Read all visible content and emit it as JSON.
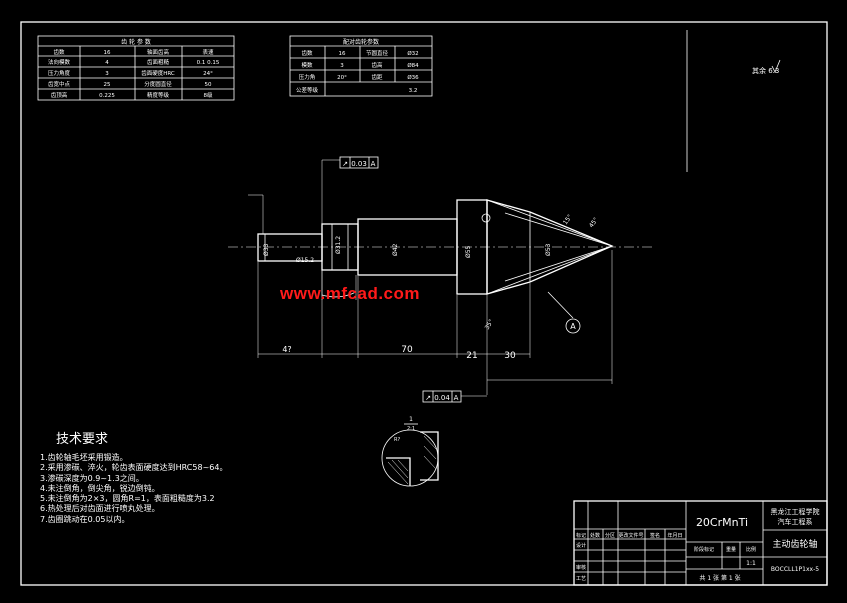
{
  "gear_params_table": {
    "title": "齿 轮 参 数",
    "rows": [
      [
        "齿数",
        "16",
        "轴面齿高",
        "表速"
      ],
      [
        "法向模数",
        "4",
        "齿面粗糙",
        "0.1 0.15"
      ],
      [
        "压力角度",
        "3",
        "齿面硬度HRC",
        "24°"
      ],
      [
        "齿宽中点",
        "25",
        "分度圆直径",
        "50"
      ],
      [
        "齿顶高",
        "0.225",
        "精度等级",
        "8级"
      ]
    ]
  },
  "mesh_params_table": {
    "title": "配对齿轮参数",
    "rows": [
      [
        "齿数",
        "16",
        "节圆直径",
        "Ø32"
      ],
      [
        "模数",
        "3",
        "齿高",
        "Ø84"
      ],
      [
        "压力角",
        "20°",
        "齿距",
        "Ø36"
      ],
      [
        "公差等级",
        "",
        "",
        "3.2"
      ]
    ]
  },
  "roughness_note": "其余 6.3",
  "geometric_tolerances": [
    {
      "symbol": "↗",
      "value": "0.03",
      "datum": "A"
    },
    {
      "symbol": "↗",
      "value": "0.04",
      "datum": "A"
    }
  ],
  "datum_label": "A",
  "dimensions": {
    "bottom_left": "4?",
    "bottom_mid": "70",
    "bottom_right_a": "21",
    "bottom_right_b": "30",
    "dia_left": "Ø33",
    "dia_mid": "Ø42",
    "dia_right": "Ø55",
    "dia_cone": "Ø53",
    "dia_neck": "Ø31.2",
    "angle_a": "15°",
    "angle_b": "45°",
    "angle_c": "35°",
    "thread_note": "Ø15.2"
  },
  "detail": {
    "number": "1",
    "scale": "2:1",
    "radius": "R?"
  },
  "tech_requirements": {
    "heading": "技术要求",
    "lines": [
      "1.齿轮轴毛坯采用锻造。",
      "2.采用渗碳、淬火，轮齿表面硬度达到HRC58~64。",
      "3.渗碳深度为0.9~1.3之间。",
      "4.未注倒角，倒尖角，锐边倒钝。",
      "5.未注倒角为2×3，圆角R=1，表面粗糙度为3.2",
      "6.热处理后对齿面进行喷丸处理。",
      "7.齿圈跳动在0.05以内。"
    ]
  },
  "watermark": "www.mfcad.com",
  "title_block": {
    "material": "20CrMnTi",
    "school_line1": "黑龙江工程学院",
    "school_line2": "汽车工程系",
    "part_name": "主动齿轮轴",
    "drawing_no": "BOCCLL1P1xx-5",
    "sheet_info": "共 1 张   第 1 张",
    "scale": "1:1",
    "row_labels": [
      "标记",
      "处数",
      "分区",
      "更改文件号",
      "签名",
      "年月日"
    ],
    "role_labels": [
      "设计",
      "审核",
      "工艺"
    ],
    "stage_labels": [
      "阶段标记",
      "重量",
      "比例"
    ]
  }
}
